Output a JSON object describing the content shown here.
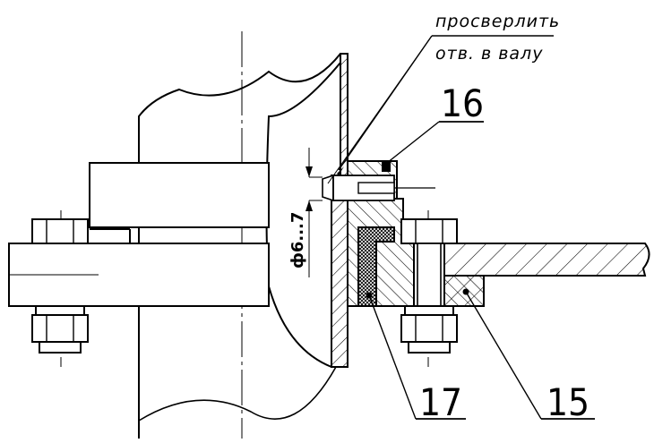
{
  "note": {
    "line1": "просверлить",
    "line2": "отв. в валу"
  },
  "dimension": {
    "label": "ф6...7"
  },
  "callouts": [
    {
      "number": "16"
    },
    {
      "number": "17"
    },
    {
      "number": "15"
    }
  ],
  "colors": {
    "ink": "#000000",
    "paper": "#ffffff",
    "seal": "#cfcfcf"
  }
}
